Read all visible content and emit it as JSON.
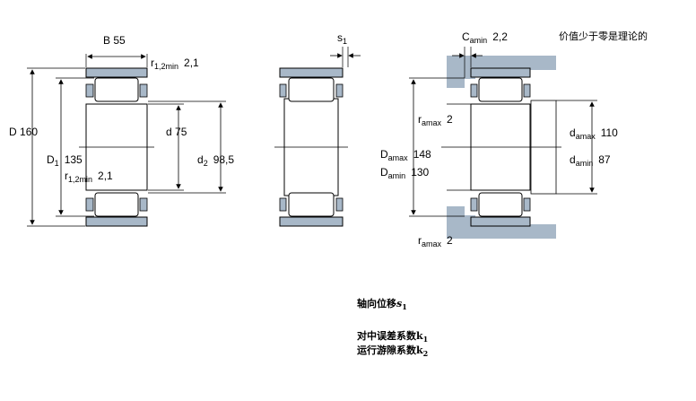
{
  "labels": {
    "B": "B",
    "B_val": "55",
    "r12_top": "r",
    "r12_top_sub": "1,2min",
    "r12_top_val": "2,1",
    "D": "D",
    "D_val": "160",
    "D1": "D",
    "D1_sub": "1",
    "D1_val": "135",
    "r12_bot": "r",
    "r12_bot_sub": "1,2min",
    "r12_bot_val": "2,1",
    "d": "d",
    "d_val": "75",
    "d2": "d",
    "d2_sub": "2",
    "d2_val": "98,5",
    "s1": "s",
    "s1_sub": "1",
    "Camin": "C",
    "Camin_sub": "amin",
    "Camin_val": "2,2",
    "note": "价值少于零是理论的",
    "ra_top": "r",
    "ra_top_sub": "amax",
    "ra_top_val": "2",
    "Damax": "D",
    "Damax_sub": "amax",
    "Damax_val": "148",
    "Damin": "D",
    "Damin_sub": "amin",
    "Damin_val": "130",
    "damax": "d",
    "damax_sub": "amax",
    "damax_val": "110",
    "damin": "d",
    "damin_sub": "amin",
    "damin_val": "87",
    "ra_bot": "r",
    "ra_bot_sub": "amax",
    "ra_bot_val": "2"
  },
  "legend": {
    "axial": "轴向位移",
    "axial_sym": "s",
    "axial_sub": "1",
    "misalign": "对中误差系数",
    "misalign_sym": "k",
    "misalign_sub": "1",
    "running": "运行游隙系数",
    "running_sym": "k",
    "running_sub": "2"
  },
  "colors": {
    "ring": "#a8b8c8",
    "abutment": "#a8b8c8",
    "roller": "#ffffff",
    "line": "#000000"
  }
}
